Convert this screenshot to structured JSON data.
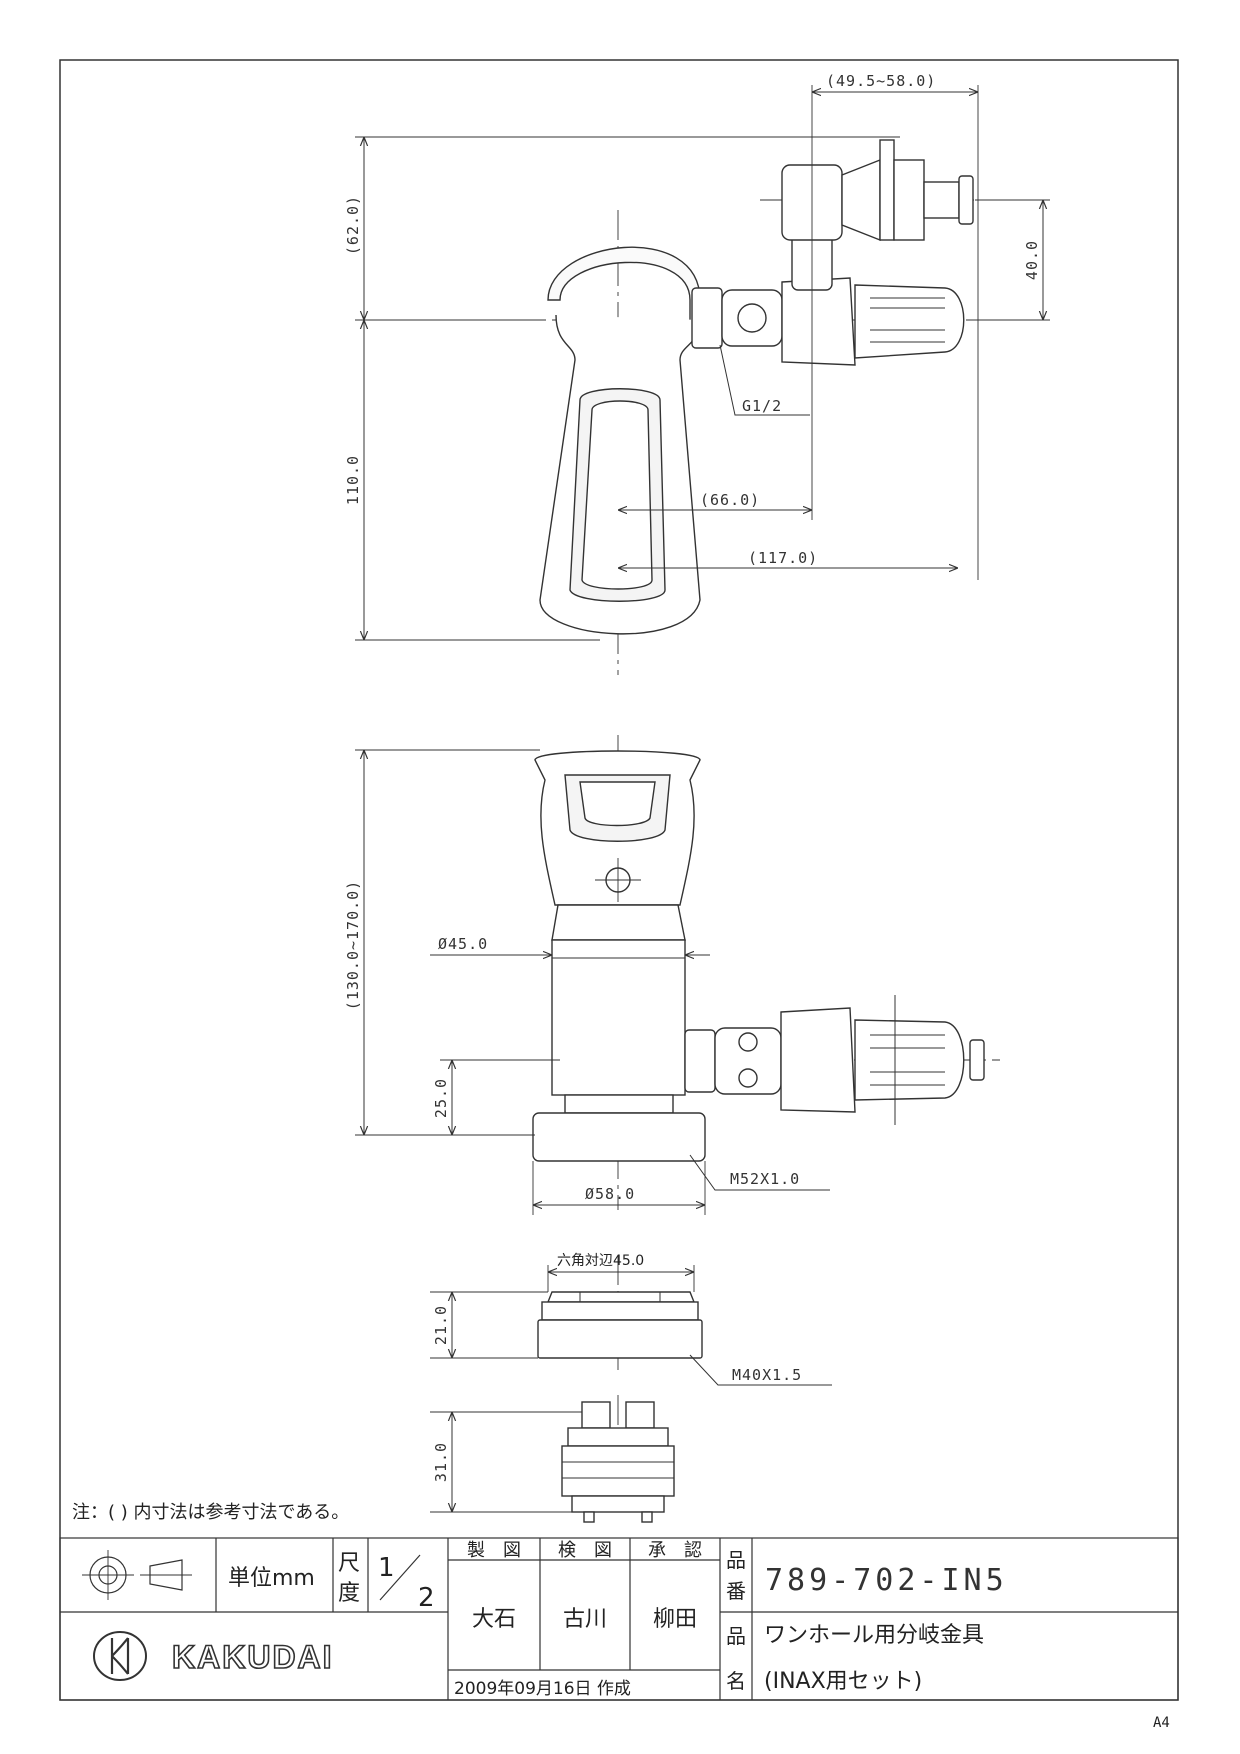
{
  "top_view": {
    "dim_range": "(49.5~58.0)",
    "dim_62": "(62.0)",
    "dim_40": "40.0",
    "dim_110": "110.0",
    "dim_thread": "G1/2",
    "dim_66": "(66.0)",
    "dim_117": "(117.0)"
  },
  "front_view": {
    "dim_height_range": "(130.0~170.0)",
    "dim_diameter_45": "Ø45.0",
    "dim_25": "25.0",
    "dim_thread_m52": "M52X1.0",
    "dim_diameter_58": "Ø58.0"
  },
  "nut_view": {
    "dim_hex": "六角対辺45.0",
    "dim_21": "21.0",
    "dim_thread_m40": "M40X1.5"
  },
  "adapter_view": {
    "dim_31": "31.0"
  },
  "note": "注：( ) 内寸法は参考寸法である。",
  "title_block": {
    "unit": "単位mm",
    "scale_label_1": "尺",
    "scale_label_2": "度",
    "scale_num": "1",
    "scale_den": "2",
    "drawn_label": "製　図",
    "checked_label": "検　図",
    "approved_label": "承　認",
    "drawn_by": "大石",
    "checked_by": "古川",
    "approved_by": "柳田",
    "date": "2009年09月16日 作成",
    "part_no_label_1": "品",
    "part_no_label_2": "番",
    "part_no": "789-702-IN5",
    "part_name_label_1": "品",
    "part_name_label_2": "名",
    "part_name_1": "ワンホール用分岐金具",
    "part_name_2": "(INAX用セット)",
    "brand": "KAKUDAI"
  },
  "sheet_size": "A4"
}
